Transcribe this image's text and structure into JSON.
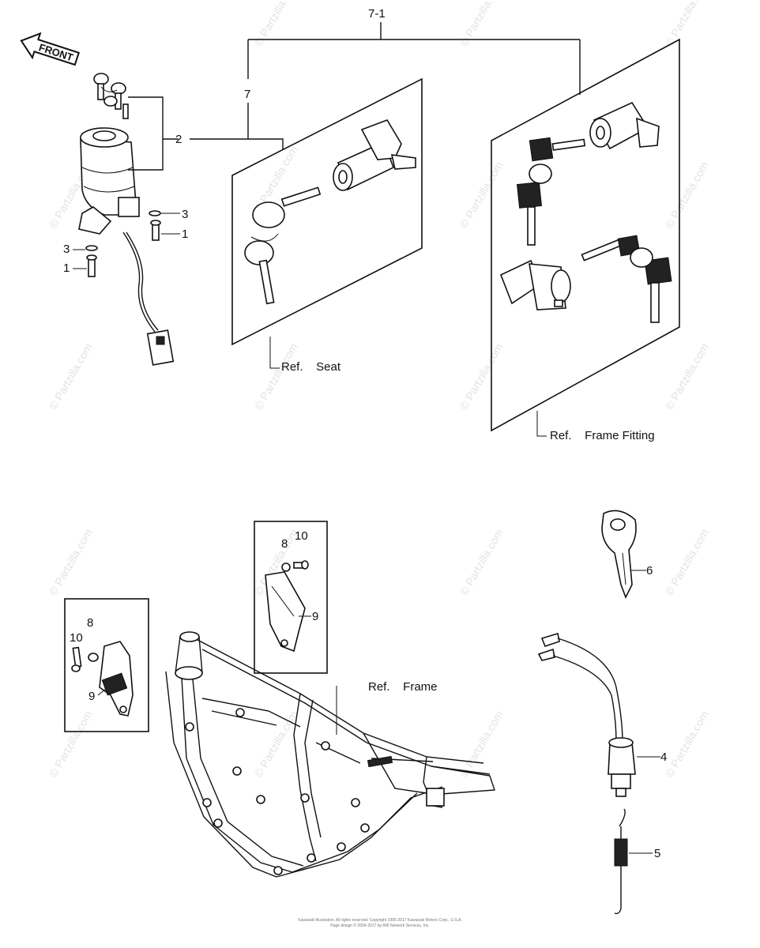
{
  "diagram": {
    "front_arrow_label": "FRONT",
    "callouts": {
      "group_7_1": "7-1",
      "group_7": "7",
      "item_2": "2",
      "item_3a": "3",
      "item_1a": "1",
      "item_3b": "3",
      "item_1b": "1",
      "item_8a": "8",
      "item_10a": "10",
      "item_9a": "9",
      "item_10b": "10",
      "item_8b": "8",
      "item_9b": "9",
      "item_6": "6",
      "item_4": "4",
      "item_5": "5"
    },
    "refs": {
      "seat": "Ref.    Seat",
      "frame_fitting": "Ref.    Frame Fitting",
      "frame": "Ref.    Frame"
    },
    "watermark": "© Partzilla.com",
    "copyright_line1": "Kawasaki illustration. All rights reserved. Copyright 1995-2017 Kawasaki Motors Corp., U.S.A.",
    "copyright_line2": "Page design © 2004-2017 by ARI Network Services, Inc."
  }
}
